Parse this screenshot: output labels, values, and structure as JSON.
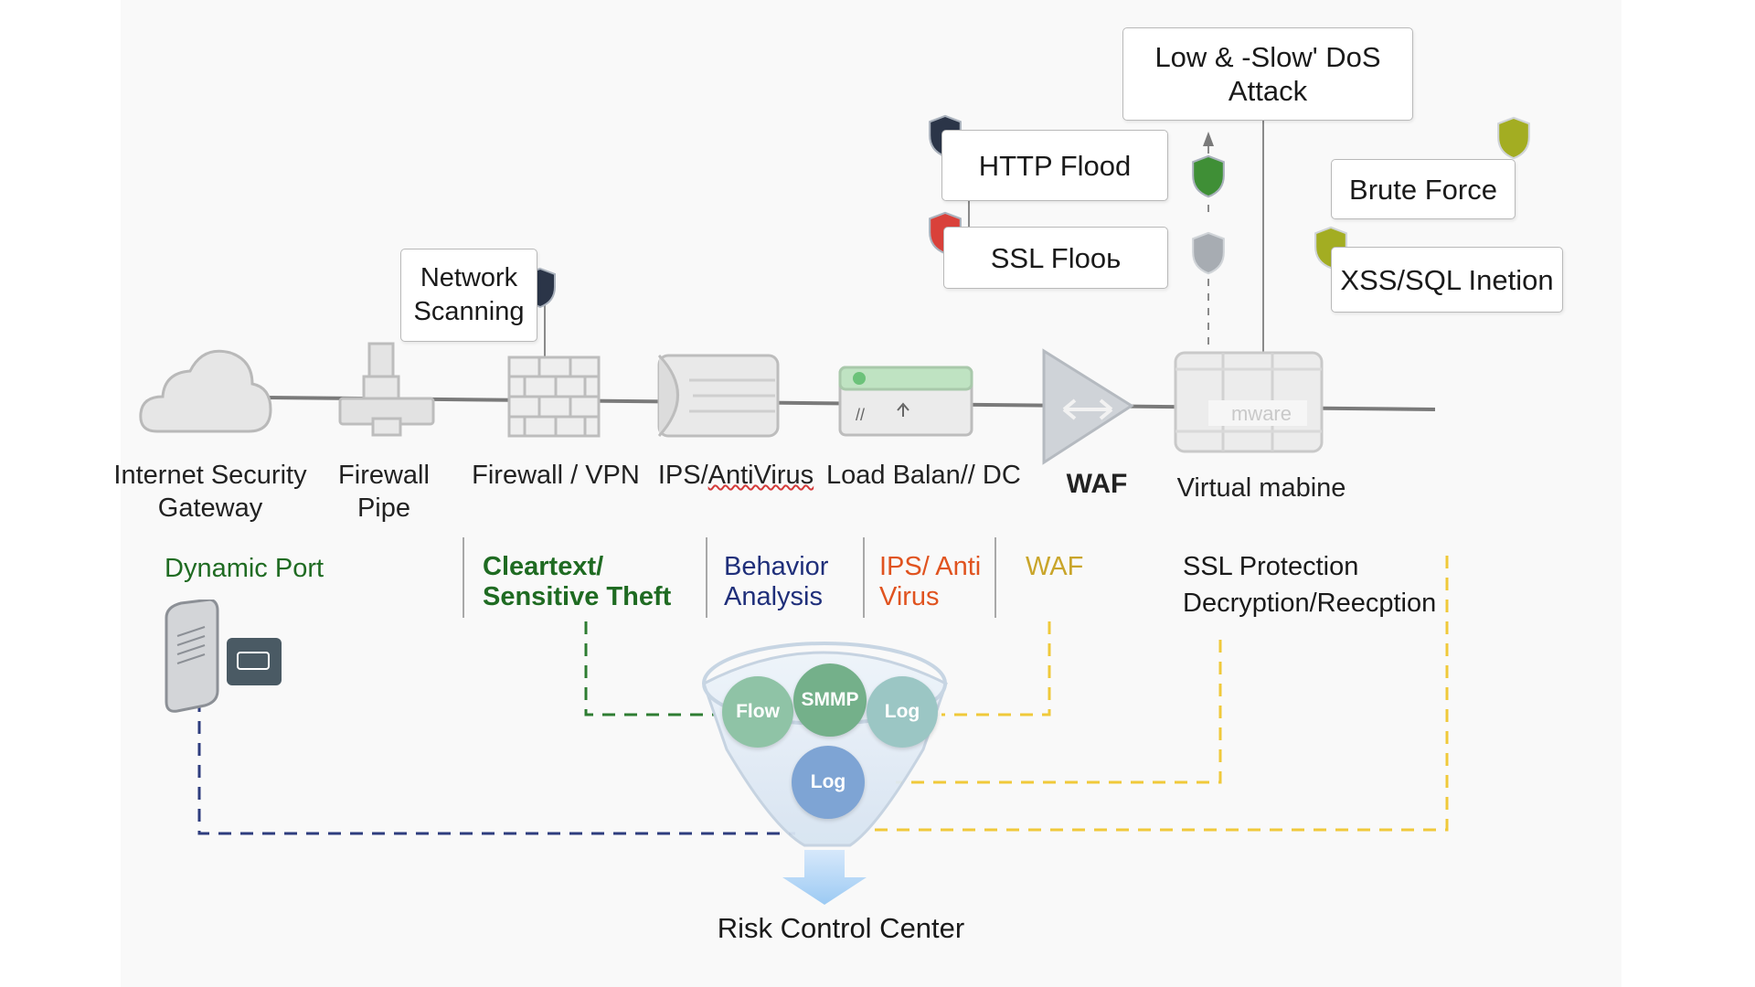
{
  "nodes": {
    "gateway": "Internet Security\nGateway",
    "firewall_pipe": "Firewall\nPipe",
    "firewall_vpn": "Firewall / VPN",
    "ips_antivirus_pre": "IPS/",
    "ips_antivirus_word": "AntiVirus",
    "load_balancer": "Load Balan// DC",
    "waf": "WAF",
    "virtual_machine": "Virtual mabine",
    "vmware_badge": "mware"
  },
  "threats": {
    "network_scanning": "Network\nScanning",
    "http_flood": "HTTP  Flood",
    "ssl_flood": "SSL Flooь",
    "low_slow_dos": "Low & -Slow' DoS\nAttack",
    "brute_force": "Brute Force",
    "xss_sql": "XSS/SQL Inetion"
  },
  "categories": {
    "dynamic_port": "Dynamic Port",
    "cleartext": "Cleartext/\nSensitive Theft",
    "behavior": "Behavior\nAnalysis",
    "ips_anti": "IPS/ Anti\nVirus",
    "waf": "WAF",
    "ssl_protection": "SSL Protection\nDecryption/Reecption"
  },
  "funnel": {
    "bubbles": [
      "Flow",
      "SMMP",
      "Log",
      "Log"
    ],
    "title": "Risk Control Center"
  },
  "colors": {
    "green": "#1f6b22",
    "navy": "#1f2f7a",
    "orange": "#e0531f",
    "gold": "#c9a52a",
    "dash_navy": "#2e3d7e",
    "dash_green": "#2e7d32",
    "dash_yellow": "#f0c93a",
    "shield_navy": "#2b3548",
    "shield_green": "#3f8f36",
    "shield_red": "#d9413a",
    "shield_grey": "#a7acb2",
    "shield_olive": "#a3ad22"
  },
  "icons": [
    "cloud-icon",
    "pipe-icon",
    "firewall-icon",
    "ips-device-icon",
    "load-balancer-icon",
    "waf-icon",
    "vm-icon",
    "server-icon",
    "shield-icon",
    "funnel-icon",
    "arrow-down-icon"
  ]
}
